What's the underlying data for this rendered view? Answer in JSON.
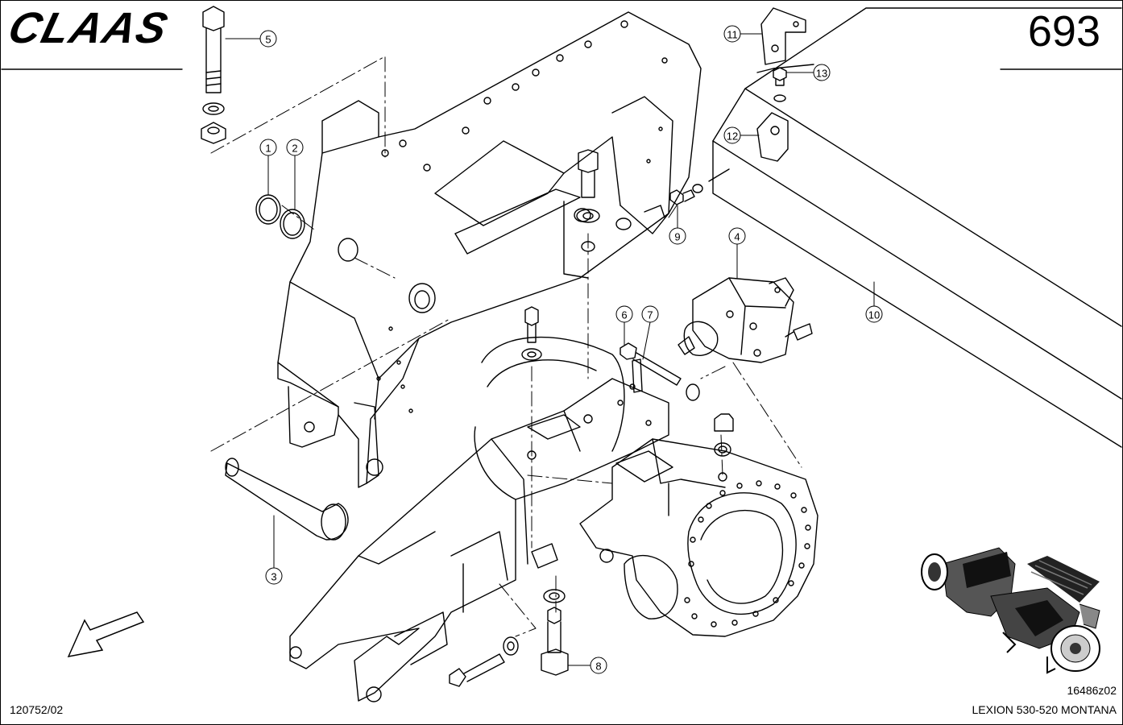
{
  "header": {
    "brand": "CLAAS",
    "page_number": "693"
  },
  "footer": {
    "document_code": "120752/02",
    "drawing_code": "16486z02",
    "model": "LEXION 530-520 MONTANA"
  },
  "callouts": [
    {
      "label": "1"
    },
    {
      "label": "2"
    },
    {
      "label": "3"
    },
    {
      "label": "4"
    },
    {
      "label": "5"
    },
    {
      "label": "6"
    },
    {
      "label": "7"
    },
    {
      "label": "8"
    },
    {
      "label": "9"
    },
    {
      "label": "10"
    },
    {
      "label": "11"
    },
    {
      "label": "12"
    },
    {
      "label": "13"
    }
  ],
  "icons": {
    "direction": "direction-arrow-icon",
    "overview": "machine-overview-icon"
  }
}
